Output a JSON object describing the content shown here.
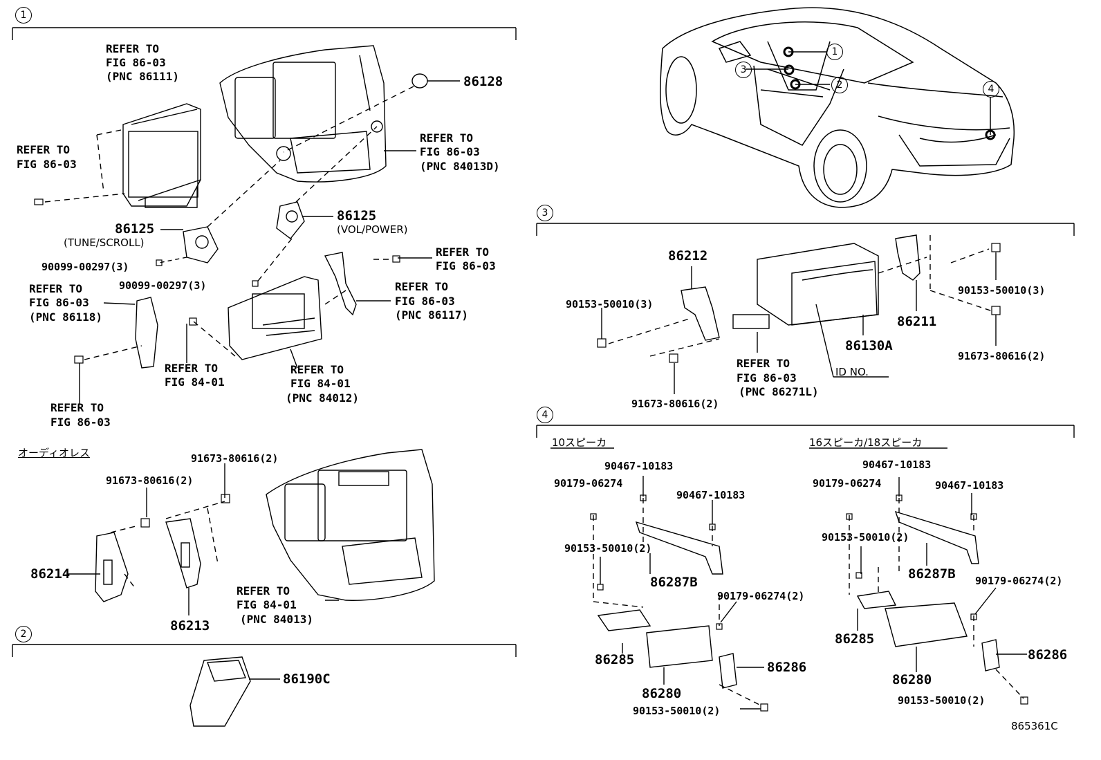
{
  "sections": {
    "s1": "1",
    "s2": "2",
    "s3": "3",
    "s4": "4"
  },
  "overview_callouts": [
    "1",
    "3",
    "2",
    "4"
  ],
  "section1": {
    "refer_top_a": [
      "REFER TO",
      "FIG 86-03",
      "(PNC 86111)"
    ],
    "refer_left_a": [
      "REFER TO",
      "FIG 86-03"
    ],
    "part_86128": "86128",
    "refer_right_a": [
      "REFER TO",
      "FIG 86-03",
      "(PNC 84013D)"
    ],
    "part_86125_vol": "86125",
    "vol_power": "(VOL/POWER)",
    "part_86125_tune": "86125",
    "tune_scroll": "(TUNE/SCROLL)",
    "screw_a": "90099-00297(3)",
    "screw_b": "90099-00297(3)",
    "refer_right_b": [
      "REFER TO",
      "FIG 86-03"
    ],
    "refer_left_b": [
      "REFER TO",
      "FIG 86-03",
      "(PNC 86118)"
    ],
    "refer_right_c": [
      "REFER TO",
      "FIG 86-03",
      "(PNC 86117)"
    ],
    "refer_mid_a": [
      "REFER TO",
      "FIG 84-01"
    ],
    "refer_mid_b": [
      "REFER TO",
      "FIG 84-01",
      "(PNC 84012)"
    ],
    "refer_bottom_a": [
      "REFER TO",
      "FIG 86-03"
    ],
    "audioless": "オーディオレス",
    "bolt_a": "91673-80616(2)",
    "bolt_b": "91673-80616(2)",
    "part_86214": "86214",
    "part_86213": "86213",
    "refer_bottom_b": [
      "REFER TO",
      "FIG 84-01",
      "(PNC 84013)"
    ]
  },
  "section2": {
    "part_86190c": "86190C"
  },
  "section3": {
    "part_86212": "86212",
    "screw_left": "90153-50010(3)",
    "screw_right": "90153-50010(3)",
    "part_86211": "86211",
    "part_86130a": "86130A",
    "bolt_right": "91673-80616(2)",
    "refer": [
      "REFER TO",
      "FIG 86-03",
      "(PNC 86271L)"
    ],
    "id_no": "ID NO.",
    "bolt_bottom": "91673-80616(2)"
  },
  "section4": {
    "left_title": "10スピーカ",
    "right_title": "16スピーカ/18スピーカ",
    "left": {
      "p90467_a": "90467-10183",
      "p90179_a": "90179-06274",
      "p90467_b": "90467-10183",
      "p90153_a": "90153-50010(2)",
      "p86287b": "86287B",
      "p90179_b": "90179-06274(2)",
      "p86285": "86285",
      "p86286": "86286",
      "p86280": "86280",
      "p90153_b": "90153-50010(2)"
    },
    "right": {
      "p90467_a": "90467-10183",
      "p90179_a": "90179-06274",
      "p90467_b": "90467-10183",
      "p90153_a": "90153-50010(2)",
      "p86287b": "86287B",
      "p90179_b": "90179-06274(2)",
      "p86285": "86285",
      "p86286": "86286",
      "p86280": "86280",
      "p90153_b": "90153-50010(2)"
    }
  },
  "figure_id": "865361C"
}
